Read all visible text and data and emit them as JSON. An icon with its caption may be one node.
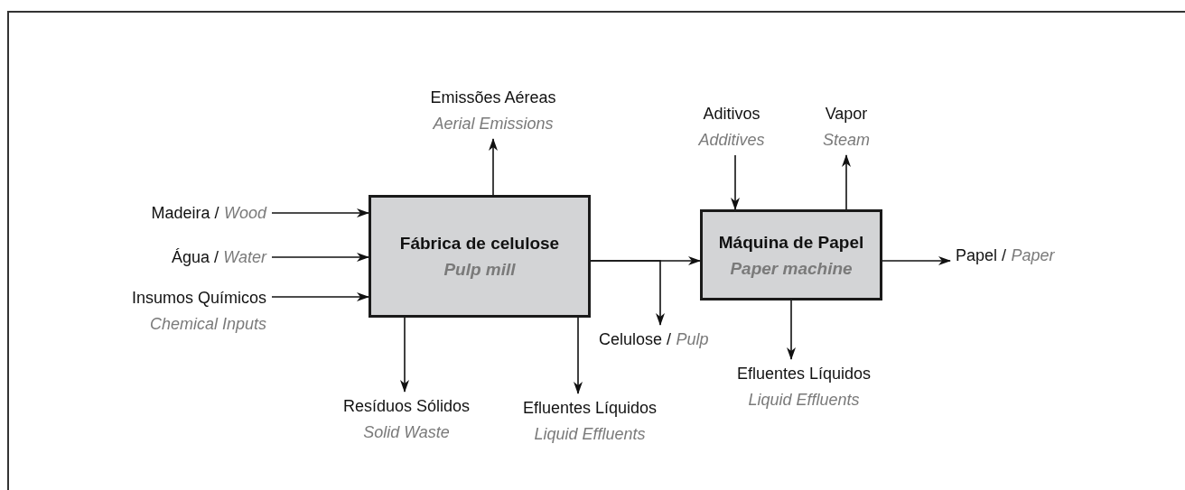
{
  "diagram": {
    "nodes": [
      {
        "text": [
          "Madeira /",
          "Wood"
        ]
      },
      {
        "text": [
          "Água /",
          "Water"
        ]
      },
      {
        "text": [
          "Insumos Químicos",
          "Chemical Inputs"
        ]
      },
      {
        "text": [
          "Fábrica de celulose",
          "Pulp mill"
        ]
      },
      {
        "text": [
          "Emissões Aéreas",
          "Aerial Emissions"
        ]
      },
      {
        "text": [
          "Resíduos Sólidos",
          "Solid Waste"
        ]
      },
      {
        "text": [
          "Efluentes Líquidos",
          "Liquid Effluents"
        ]
      },
      {
        "text": [
          "Celulose /",
          "Pulp"
        ]
      },
      {
        "text": [
          "Máquina de Papel",
          "Paper machine"
        ]
      },
      {
        "text": [
          "Aditivos",
          "Additives"
        ]
      },
      {
        "text": [
          "Vapor",
          "Steam"
        ]
      },
      {
        "text": [
          "Efluentes Líquidos",
          "Liquid Effluents"
        ]
      },
      {
        "text": [
          "Papel /",
          "Paper"
        ]
      }
    ],
    "edges": [
      {
        "from": 0,
        "to": 3,
        "arrow": "to"
      },
      {
        "from": 1,
        "to": 3,
        "arrow": "to"
      },
      {
        "from": 2,
        "to": 3,
        "arrow": "to"
      },
      {
        "from": 3,
        "to": 4,
        "arrow": "to"
      },
      {
        "from": 3,
        "to": 5,
        "arrow": "to"
      },
      {
        "from": 3,
        "to": 6,
        "arrow": "to"
      },
      {
        "from": 3,
        "to": 8,
        "arrow": "to"
      },
      {
        "from": 3,
        "to": 7,
        "arrow": "to"
      },
      {
        "from": 9,
        "to": 8,
        "arrow": "to"
      },
      {
        "from": 8,
        "to": 10,
        "arrow": "to"
      },
      {
        "from": 8,
        "to": 11,
        "arrow": "to"
      },
      {
        "from": 8,
        "to": 12,
        "arrow": "to"
      }
    ]
  }
}
